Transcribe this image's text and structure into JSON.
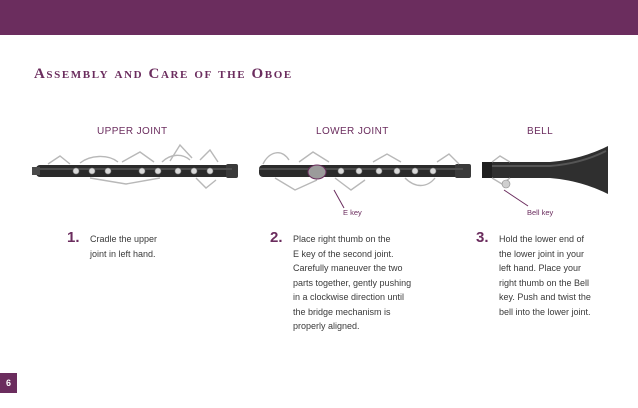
{
  "header": {
    "title": "Assembly and Care of the Oboe",
    "accent_color": "#6b2d5e"
  },
  "parts": [
    {
      "label": "UPPER JOINT"
    },
    {
      "label": "LOWER JOINT",
      "callout": "E key"
    },
    {
      "label": "BELL",
      "callout": "Bell key"
    }
  ],
  "steps": [
    {
      "number": "1.",
      "text": "Cradle the upper\njoint in left hand."
    },
    {
      "number": "2.",
      "text": "Place right thumb on the\nE key of the second joint.\nCarefully maneuver the two\nparts together, gently pushing\nin a clockwise direction until\nthe bridge mechanism is\nproperly aligned."
    },
    {
      "number": "3.",
      "text": "Hold the lower end of\nthe lower joint in your\nleft hand. Place your\nright thumb on the Bell\nkey. Push and twist the\nbell into the lower joint."
    }
  ],
  "page": {
    "number": "6"
  },
  "icons": [
    "upper-joint-image",
    "lower-joint-image",
    "bell-image"
  ]
}
